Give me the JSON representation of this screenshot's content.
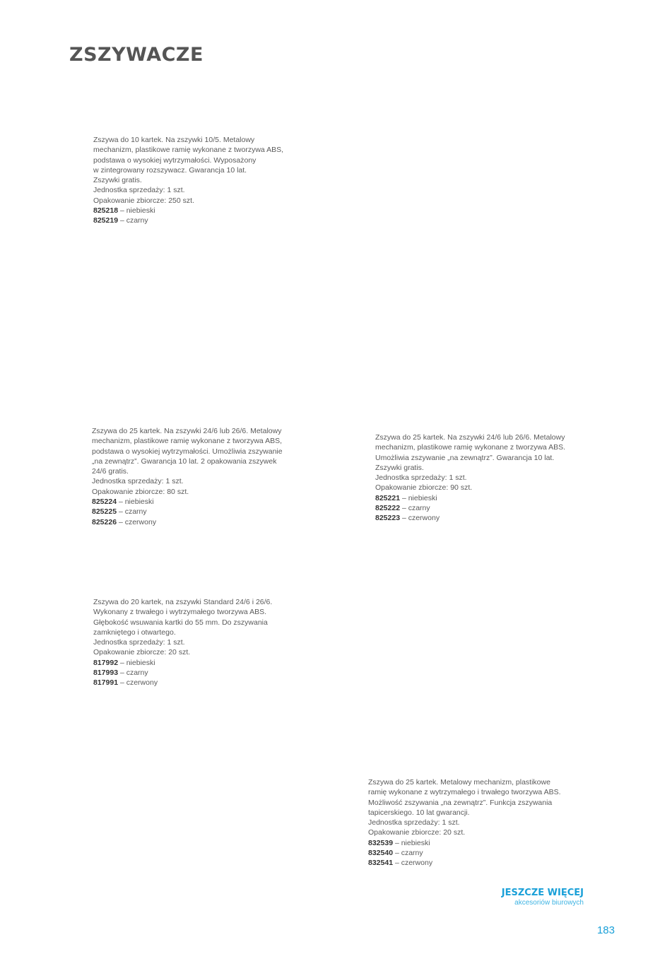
{
  "page_title": "ZSZYWACZE",
  "products": [
    {
      "description": "Zszywa do 10 kartek. Na zszywki 10/5. Metalowy\nmechanizm, plastikowe ramię wykonane z tworzywa ABS,\npodstawa o wysokiej wytrzymałości. Wyposażony\nw zintegrowany rozszywacz. Gwarancja 10 lat.\nZszywki gratis.",
      "unit": "Jednostka sprzedaży: 1 szt.",
      "package": "Opakowanie zbiorcze: 250 szt.",
      "variants": [
        {
          "code": "825218",
          "color": " – niebieski"
        },
        {
          "code": "825219",
          "color": " – czarny"
        }
      ]
    },
    {
      "description": "Zszywa do 25 kartek. Na zszywki 24/6 lub 26/6. Metalowy\nmechanizm, plastikowe ramię wykonane z tworzywa ABS,\npodstawa o wysokiej wytrzymałości. Umożliwia zszywanie\n„na zewnątrz”. Gwarancja 10 lat. 2 opakowania zszywek\n24/6 gratis.",
      "unit": "Jednostka sprzedaży: 1 szt.",
      "package": "Opakowanie zbiorcze: 80 szt.",
      "variants": [
        {
          "code": "825224",
          "color": " – niebieski"
        },
        {
          "code": "825225",
          "color": " – czarny"
        },
        {
          "code": "825226",
          "color": " – czerwony"
        }
      ]
    },
    {
      "description": "Zszywa do 25 kartek. Na zszywki 24/6 lub 26/6. Metalowy\nmechanizm, plastikowe ramię wykonane z tworzywa ABS.\nUmożliwia zszywanie „na zewnątrz”. Gwarancja 10 lat.\nZszywki gratis.",
      "unit": "Jednostka sprzedaży: 1 szt.",
      "package": "Opakowanie zbiorcze: 90 szt.",
      "variants": [
        {
          "code": "825221",
          "color": " – niebieski"
        },
        {
          "code": "825222",
          "color": " – czarny"
        },
        {
          "code": "825223",
          "color": " – czerwony"
        }
      ]
    },
    {
      "description": "Zszywa do 20 kartek, na zszywki Standard 24/6 i 26/6.\nWykonany z trwałego i wytrzymałego tworzywa ABS.\nGłębokość wsuwania kartki do 55 mm. Do zszywania\nzamkniętego i otwartego.",
      "unit": "Jednostka sprzedaży: 1 szt.",
      "package": "Opakowanie zbiorcze: 20 szt.",
      "variants": [
        {
          "code": "817992",
          "color": " – niebieski"
        },
        {
          "code": "817993",
          "color": " – czarny"
        },
        {
          "code": "817991",
          "color": " – czerwony"
        }
      ]
    },
    {
      "description": "Zszywa do 25 kartek. Metalowy mechanizm, plastikowe\nramię wykonane z wytrzymałego i trwałego tworzywa ABS.\nMożliwość zszywania „na zewnątrz”. Funkcja zszywania\ntapicerskiego. 10 lat gwarancji.",
      "unit": "Jednostka sprzedaży: 1 szt.",
      "package": "Opakowanie zbiorcze: 20 szt.",
      "variants": [
        {
          "code": "832539",
          "color": " – niebieski"
        },
        {
          "code": "832540",
          "color": " – czarny"
        },
        {
          "code": "832541",
          "color": " – czerwony"
        }
      ]
    }
  ],
  "more": {
    "heading": "JESZCZE WIĘCEJ",
    "subheading": "akcesoriów biurowych"
  },
  "page_number": "183",
  "colors": {
    "accent": "#1aa0d8",
    "title": "#555555",
    "text": "#5a5a5a"
  }
}
